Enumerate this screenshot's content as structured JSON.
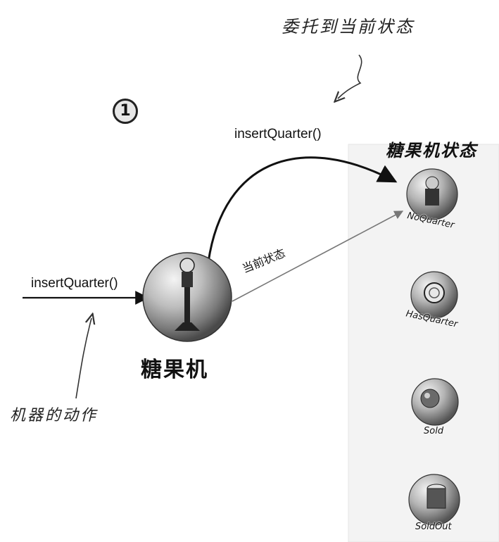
{
  "step_number": "1",
  "annotations": {
    "delegate": "委托到当前状态",
    "machine_action": "机器的动作"
  },
  "arrows": {
    "input_call": "insertQuarter()",
    "delegate_call": "insertQuarter()",
    "current_state": "当前状态"
  },
  "machine": {
    "label": "糖果机"
  },
  "states_panel": {
    "title": "糖果机状态",
    "states": [
      {
        "label": "NoQuarter",
        "icon": "gumball-machine-icon"
      },
      {
        "label": "HasQuarter",
        "icon": "quarter-coin-icon"
      },
      {
        "label": "Sold",
        "icon": "gumball-icon"
      },
      {
        "label": "SoldOut",
        "icon": "empty-globe-icon"
      }
    ]
  }
}
